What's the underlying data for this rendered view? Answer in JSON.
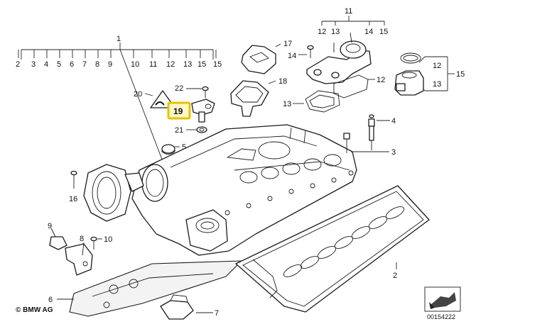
{
  "copyright": "© BMW AG",
  "document_number": "00154222",
  "callouts": {
    "c1": "1",
    "c2": "2",
    "c3": "3",
    "c4": "4",
    "c5": "5",
    "c6": "6",
    "c7": "7",
    "c8": "8",
    "c9": "9",
    "c10": "10",
    "c11": "11",
    "c12": "12",
    "c13": "13",
    "c14": "14",
    "c15": "15",
    "c16": "16",
    "c17": "17",
    "c18": "18",
    "c19": "19",
    "c20": "20",
    "c21": "21",
    "c22": "22"
  },
  "group1_row": [
    "2",
    "3",
    "4",
    "5",
    "6",
    "7",
    "8",
    "9",
    "10",
    "11",
    "12",
    "13",
    "15",
    "15"
  ],
  "group11_row": [
    "12",
    "13",
    "14",
    "15"
  ],
  "group15_rows": [
    "12",
    "13"
  ],
  "highlighted_part": "19",
  "highlight_color": "#e6c200"
}
